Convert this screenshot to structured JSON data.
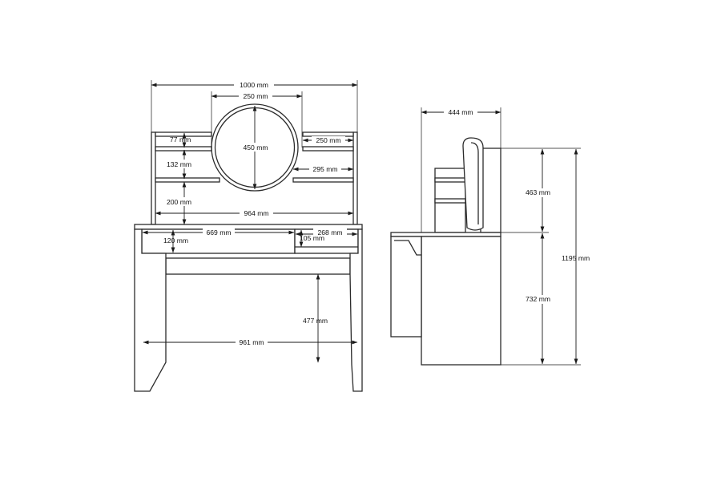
{
  "labels": {
    "total_width": "1000 mm",
    "mirror_diameter_w": "250 mm",
    "mirror_diameter_h": "450 mm",
    "shelf_gap_top": "77 mm",
    "shelf_gap_mid": "132 mm",
    "shelf_gap_low": "200 mm",
    "right_shelf_width": "250 mm",
    "right_shelf_depth": "295 mm",
    "inner_width": "964 mm",
    "drawer_width": "669 mm",
    "drawer_height": "120 mm",
    "side_drawer_width": "268 mm",
    "side_drawer_height": "105 mm",
    "knee_height": "477 mm",
    "leg_span": "961 mm",
    "depth": "444 mm",
    "upper_height": "463 mm",
    "lower_height": "732 mm",
    "total_height": "1195 mm"
  }
}
